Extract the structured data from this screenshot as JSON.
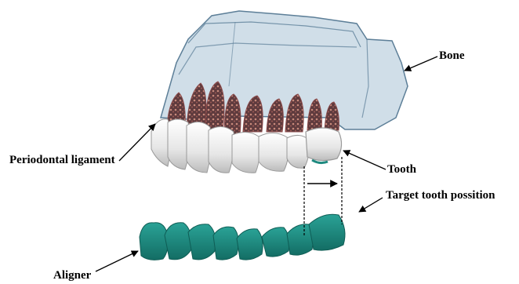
{
  "labels": {
    "bone": "Bone",
    "pdl": "Periodontal ligament",
    "tooth": "Tooth",
    "target": "Target tooth possition",
    "aligner": "Aligner"
  },
  "colors": {
    "bone_fill": "#a9c3d6",
    "bone_stroke": "#5d7f98",
    "ligament": "#8a4a4a",
    "tooth_fill": "#eeeeee",
    "aligner_fill": "#1f8a80",
    "annotation": "#000000"
  }
}
